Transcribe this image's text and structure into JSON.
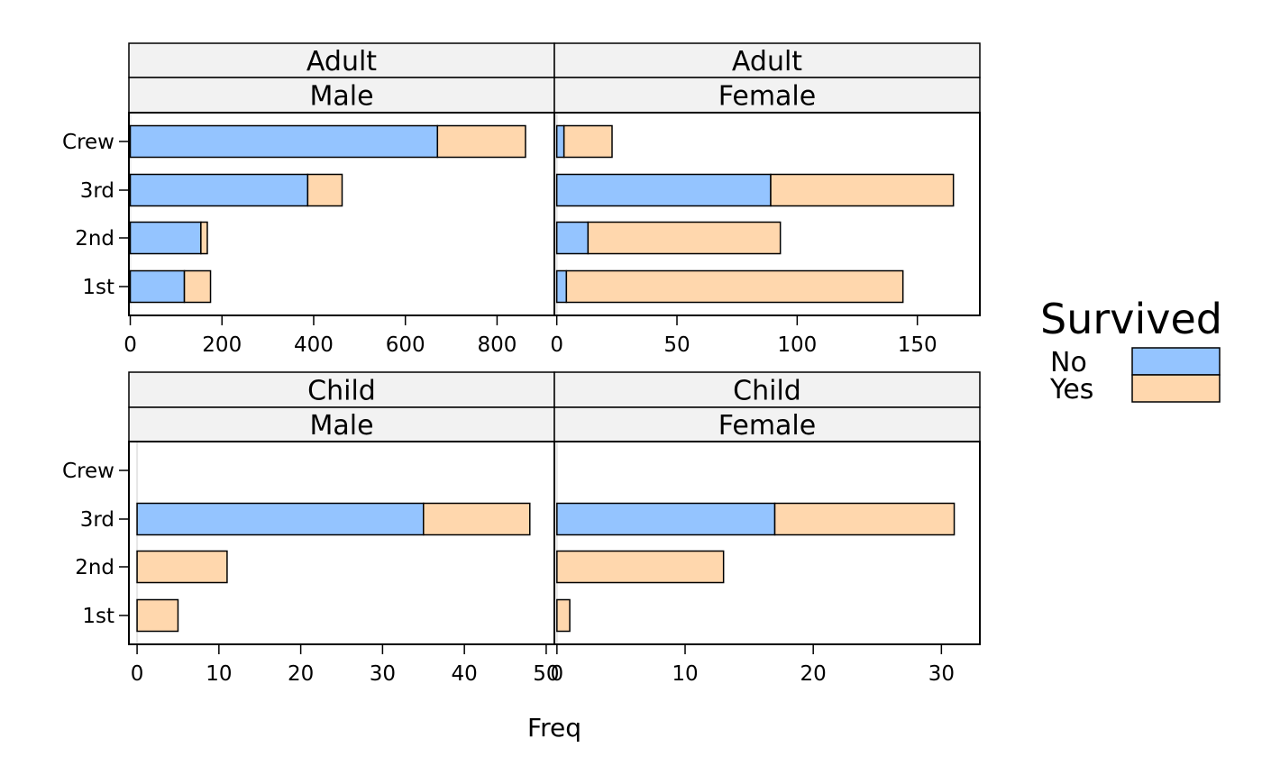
{
  "chart_data": {
    "type": "bar",
    "orientation": "horizontal",
    "stacked": true,
    "xlabel": "Freq",
    "categories": [
      "1st",
      "2nd",
      "3rd",
      "Crew"
    ],
    "legend": {
      "title": "Survived",
      "placement": "right",
      "entries": [
        {
          "name": "No",
          "color": "#94c4ff"
        },
        {
          "name": "Yes",
          "color": "#ffd7ad"
        }
      ]
    },
    "panels": [
      {
        "strips": [
          "Adult",
          "Male"
        ],
        "xlim": [
          -3,
          925
        ],
        "ticks": [
          0,
          200,
          400,
          600,
          800
        ],
        "series": [
          {
            "name": "No",
            "values": [
              118,
              154,
              387,
              670
            ]
          },
          {
            "name": "Yes",
            "values": [
              57,
              14,
              75,
              192
            ]
          }
        ]
      },
      {
        "strips": [
          "Adult",
          "Female"
        ],
        "xlim": [
          -1,
          176
        ],
        "ticks": [
          0,
          50,
          100,
          150
        ],
        "series": [
          {
            "name": "No",
            "values": [
              4,
              13,
              89,
              3
            ]
          },
          {
            "name": "Yes",
            "values": [
              140,
              80,
              76,
              20
            ]
          }
        ]
      },
      {
        "strips": [
          "Child",
          "Male"
        ],
        "xlim": [
          -1,
          51
        ],
        "ticks": [
          0,
          10,
          20,
          30,
          40,
          50
        ],
        "series": [
          {
            "name": "No",
            "values": [
              0,
              0,
              35,
              0
            ]
          },
          {
            "name": "Yes",
            "values": [
              5,
              11,
              13,
              0
            ]
          }
        ]
      },
      {
        "strips": [
          "Child",
          "Female"
        ],
        "xlim": [
          -0.2,
          33
        ],
        "ticks": [
          0,
          10,
          20,
          30
        ],
        "series": [
          {
            "name": "No",
            "values": [
              0,
              0,
              17,
              0
            ]
          },
          {
            "name": "Yes",
            "values": [
              1,
              13,
              14,
              0
            ]
          }
        ]
      }
    ]
  }
}
